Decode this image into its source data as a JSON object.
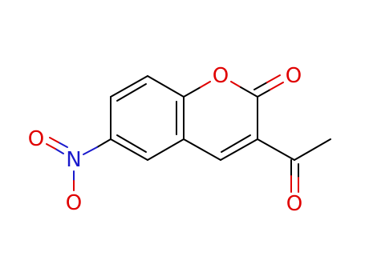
{
  "colors": {
    "carbon_bond": "#000000",
    "oxygen": "#e00000",
    "nitrogen": "#1a1acc",
    "background": "#ffffff"
  },
  "atoms": {
    "ring_oxygen": "O",
    "lactone_carbonyl_oxygen": "O",
    "acetyl_carbonyl_oxygen": "O",
    "nitro_nitrogen": "N",
    "nitro_oxygen_top": "O",
    "nitro_oxygen_bottom": "O"
  }
}
